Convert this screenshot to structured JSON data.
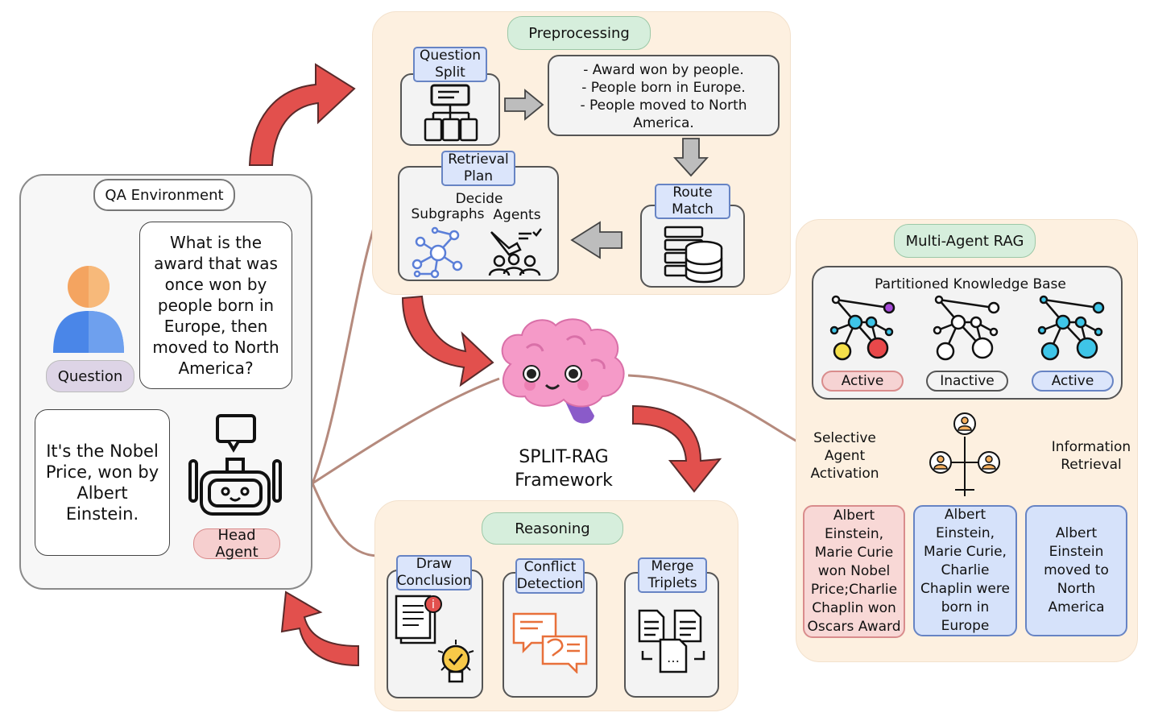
{
  "qa_env": {
    "title": "QA Environment",
    "question_text": "What is the award that was once won by people born in Europe, then moved to North America?",
    "question_label": "Question",
    "answer_text": "It's the Nobel Price, won by Albert Einstein.",
    "agent_label": "Head Agent"
  },
  "preprocessing": {
    "title": "Preprocessing",
    "question_split": "Question Split",
    "sub_questions": [
      "- Award won by people.",
      "- People born in Europe.",
      "- People moved to North America."
    ],
    "route_match": "Route Match",
    "retrieval_plan": "Retrieval Plan",
    "decide": "Decide",
    "subgraphs": "Subgraphs",
    "agents": "Agents"
  },
  "framework": {
    "line1": "SPLIT-RAG",
    "line2": "Framework"
  },
  "reasoning": {
    "title": "Reasoning",
    "draw_conclusion": "Draw Conclusion",
    "conflict_detection": "Conflict Detection",
    "merge_triplets": "Merge Triplets"
  },
  "multi_agent": {
    "title": "Multi-Agent RAG",
    "kb_title": "Partitioned Knowledge Base",
    "kb_states": [
      "Active",
      "Inactive",
      "Active"
    ],
    "selective": "Selective Agent Activation",
    "info_retrieval": "Information Retrieval",
    "results": [
      "Albert Einstein, Marie Curie won Nobel Price;Charlie Chaplin won Oscars Award",
      "Albert Einstein, Marie Curie, Charlie Chaplin were born in Europe",
      "Albert Einstein moved to North America"
    ]
  },
  "colors": {
    "panel_beige": "#fdf0e0",
    "tag_blue": "#dbe5fb",
    "pill_green": "#d6eedc",
    "arrow_red": "#e2504d",
    "brain_pink": "#f59ac8"
  }
}
